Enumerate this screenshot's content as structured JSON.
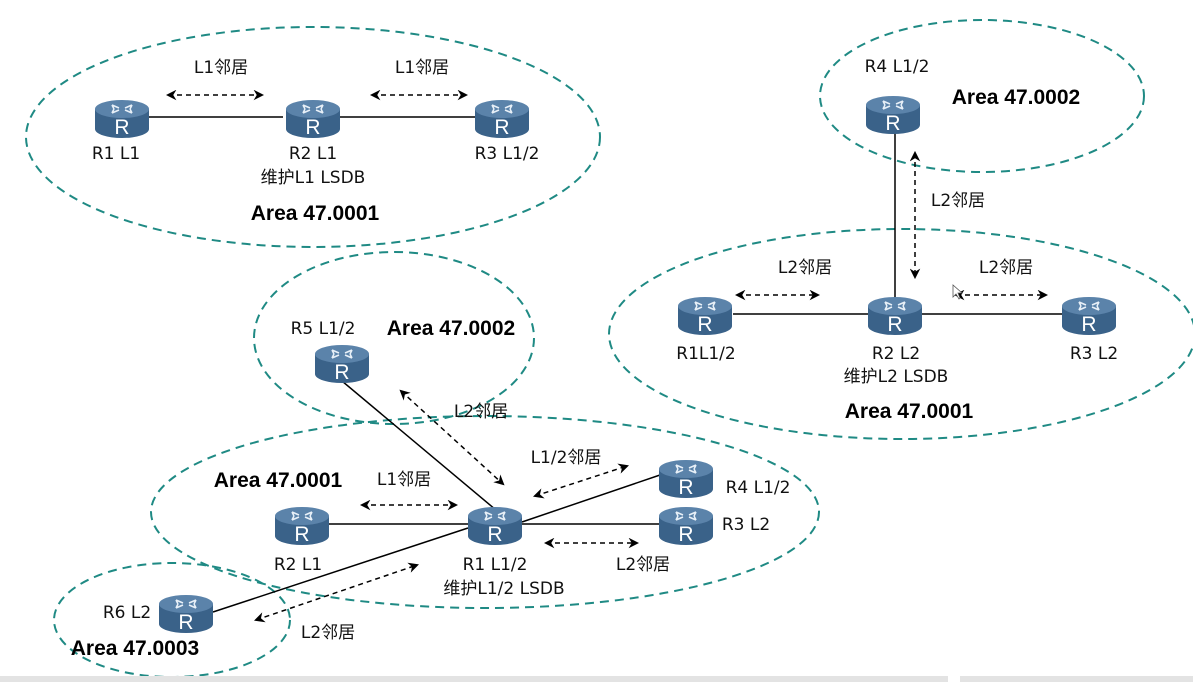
{
  "colors": {
    "area_border": "#1f8a84",
    "router_body": "#3a6289",
    "router_top": "#5b83aa",
    "link": "#000000",
    "adjacency_arrow": "#000000"
  },
  "diagrams": [
    {
      "id": "level1-area",
      "areas": [
        {
          "label": "Area 47.0001"
        }
      ],
      "routers": [
        {
          "name": "R1 L1",
          "icon": "router-icon"
        },
        {
          "name": "R2 L1",
          "note": "维护L1 LSDB",
          "icon": "router-icon"
        },
        {
          "name": "R3 L1/2",
          "icon": "router-icon"
        }
      ],
      "adjacencies": [
        {
          "label": "L1邻居"
        },
        {
          "label": "L1邻居"
        }
      ]
    },
    {
      "id": "level2-backbone",
      "areas": [
        {
          "label": "Area 47.0002"
        },
        {
          "label": "Area 47.0001"
        }
      ],
      "routers": [
        {
          "name": "R4 L1/2",
          "icon": "router-icon"
        },
        {
          "name": "R1L1/2",
          "icon": "router-icon"
        },
        {
          "name": "R2 L2",
          "note": "维护L2 LSDB",
          "icon": "router-icon"
        },
        {
          "name": "R3 L2",
          "icon": "router-icon"
        }
      ],
      "adjacencies": [
        {
          "label": "L2邻居"
        },
        {
          "label": "L2邻居"
        },
        {
          "label": "L2邻居"
        }
      ]
    },
    {
      "id": "level12-multiarea",
      "areas": [
        {
          "label": "Area 47.0002"
        },
        {
          "label": "Area 47.0001"
        },
        {
          "label": "Area 47.0003"
        }
      ],
      "routers": [
        {
          "name": "R5 L1/2",
          "icon": "router-icon"
        },
        {
          "name": "R2 L1",
          "icon": "router-icon"
        },
        {
          "name": "R1 L1/2",
          "note": "维护L1/2 LSDB",
          "icon": "router-icon"
        },
        {
          "name": "R4 L1/2",
          "icon": "router-icon"
        },
        {
          "name": "R3 L2",
          "icon": "router-icon"
        },
        {
          "name": "R6 L2",
          "icon": "router-icon"
        }
      ],
      "adjacencies": [
        {
          "label": "L2邻居"
        },
        {
          "label": "L1邻居"
        },
        {
          "label": "L1/2邻居"
        },
        {
          "label": "L2邻居"
        },
        {
          "label": "L2邻居"
        }
      ]
    }
  ]
}
